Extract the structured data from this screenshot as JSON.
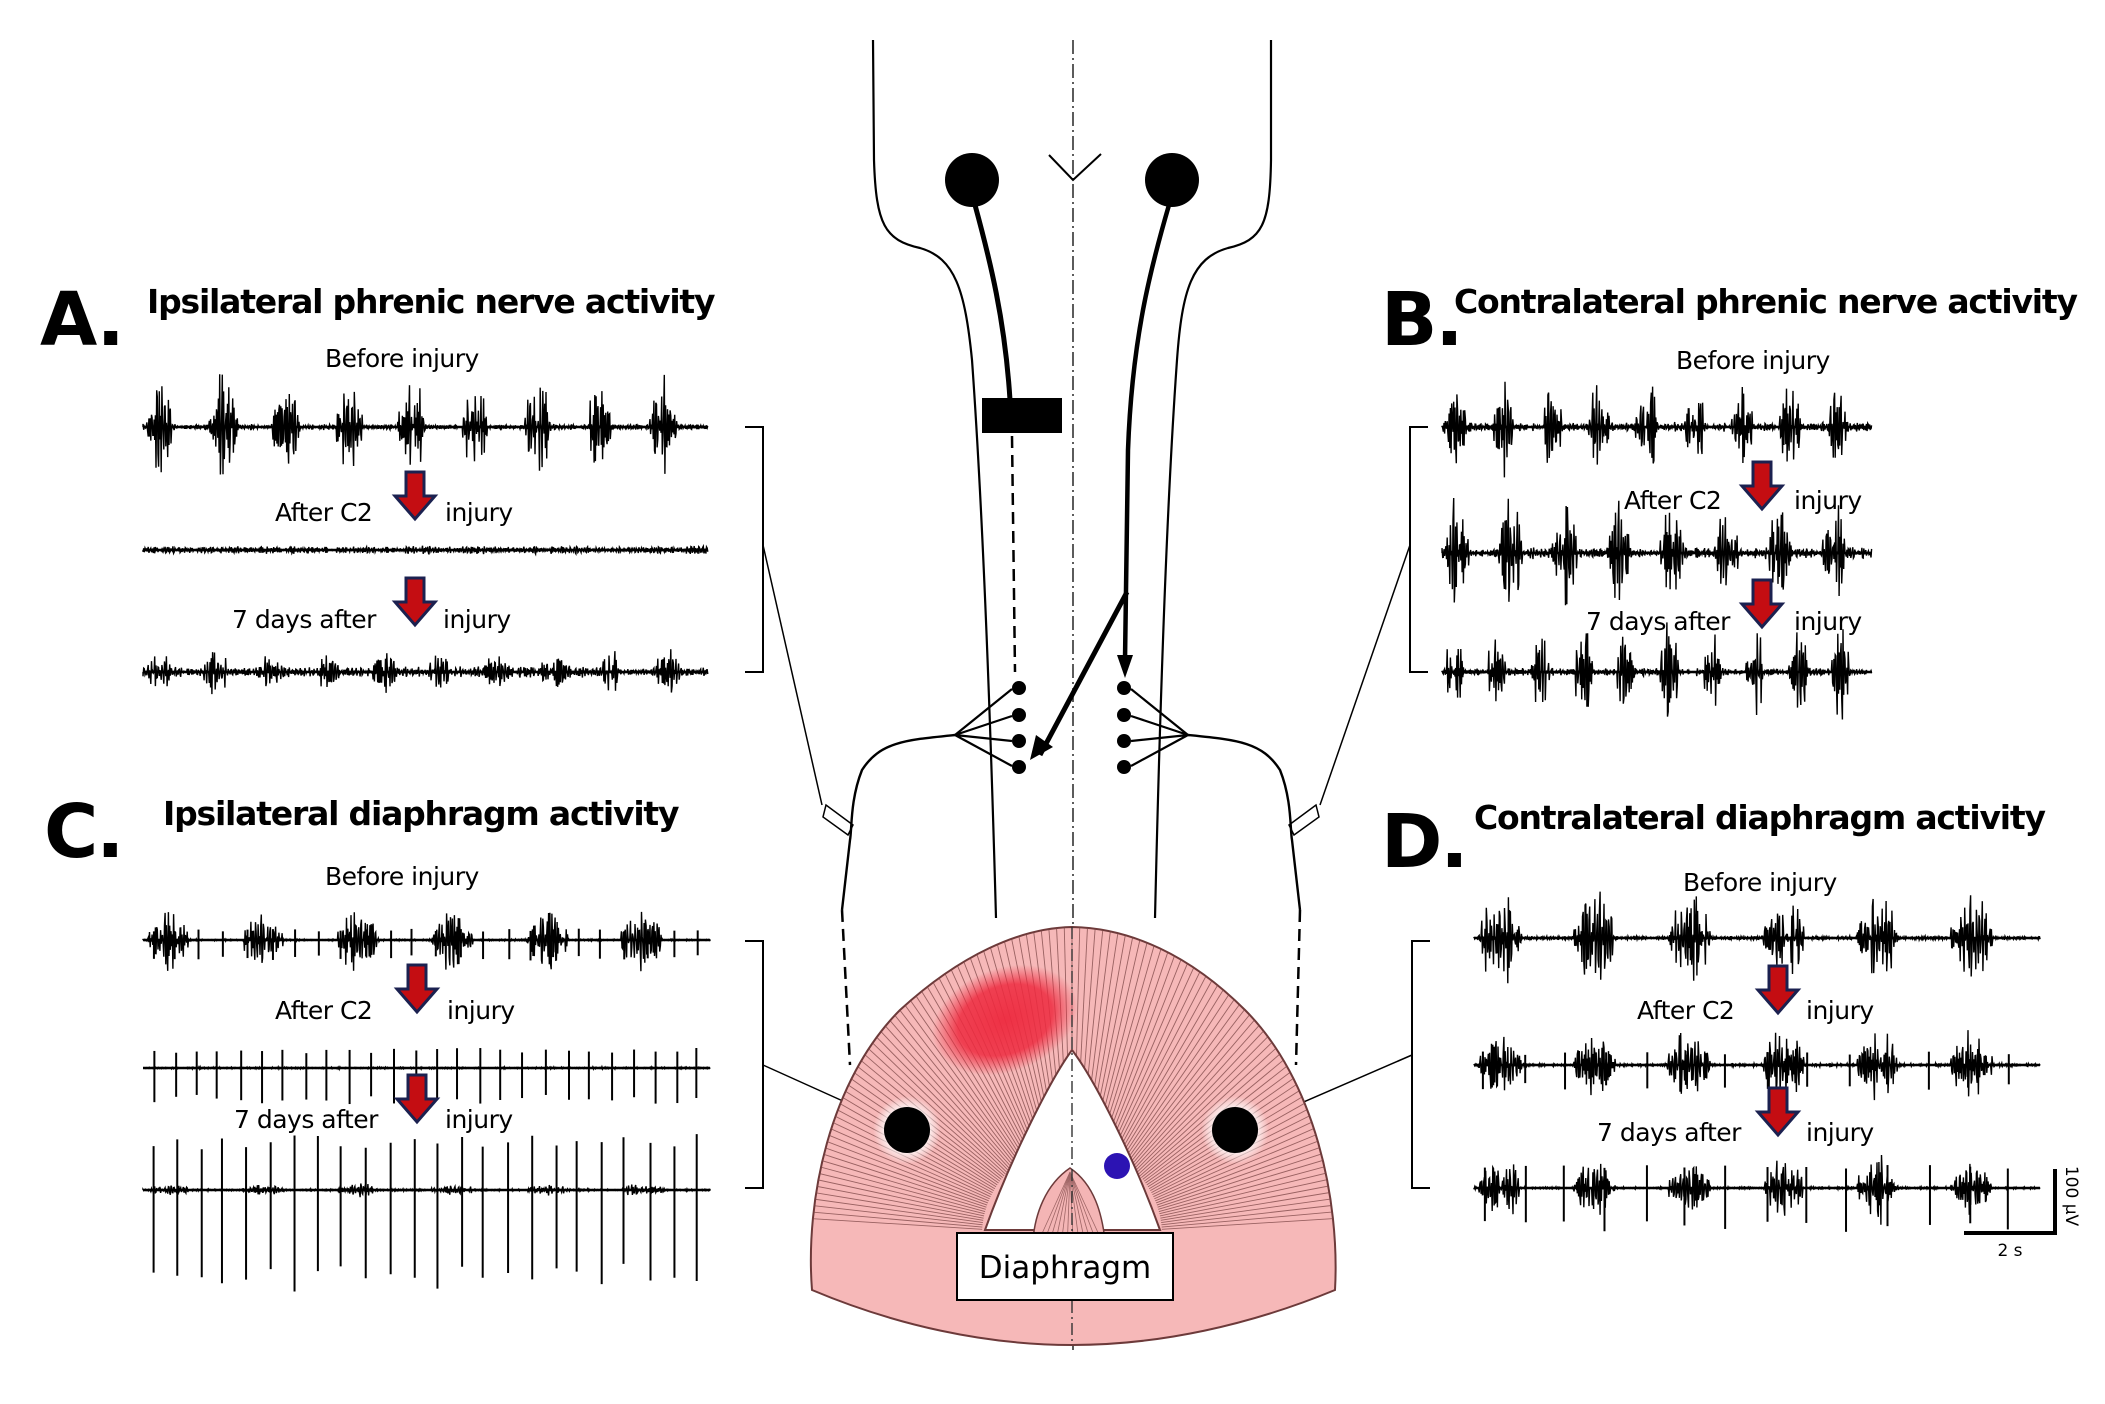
{
  "figure": {
    "panels": [
      {
        "id": "A",
        "letter": "A.",
        "title": "Ipsilateral phrenic nerve activity",
        "side": "ipsilateral",
        "signal": "phrenic nerve",
        "conditions": [
          {
            "label": "Before injury",
            "trace": {
              "bursts": 9,
              "burst_amp": 1.0,
              "tonic_amp": 0.06,
              "spikes": 0
            }
          },
          {
            "label_left": "After C2",
            "label_right": "injury",
            "trace": {
              "bursts": 0,
              "burst_amp": 0.0,
              "tonic_amp": 0.08,
              "spikes": 0
            }
          },
          {
            "label_left": "7 days after",
            "label_right": "injury",
            "trace": {
              "bursts": 10,
              "burst_amp": 0.35,
              "tonic_amp": 0.12,
              "spikes": 0
            }
          }
        ]
      },
      {
        "id": "B",
        "letter": "B.",
        "title": "Contralateral phrenic nerve activity",
        "side": "contralateral",
        "signal": "phrenic nerve",
        "conditions": [
          {
            "label": "Before injury",
            "trace": {
              "bursts": 9,
              "burst_amp": 1.0,
              "tonic_amp": 0.1,
              "spikes": 0
            }
          },
          {
            "label_left": "After C2",
            "label_right": "injury",
            "trace": {
              "bursts": 8,
              "burst_amp": 1.1,
              "tonic_amp": 0.12,
              "spikes": 0
            }
          },
          {
            "label_left": "7 days after",
            "label_right": "injury",
            "trace": {
              "bursts": 10,
              "burst_amp": 0.9,
              "tonic_amp": 0.08,
              "spikes": 0
            }
          }
        ]
      },
      {
        "id": "C",
        "letter": "C.",
        "title": "Ipsilateral diaphragm activity",
        "side": "ipsilateral",
        "signal": "diaphragm EMG",
        "conditions": [
          {
            "label": "Before injury",
            "trace": {
              "bursts": 6,
              "burst_amp": 0.9,
              "tonic_amp": 0.03,
              "spikes": 24,
              "spike_amp": 0.45
            }
          },
          {
            "label_left": "After C2",
            "label_right": "injury",
            "trace": {
              "bursts": 0,
              "burst_amp": 0.0,
              "tonic_amp": 0.03,
              "spikes": 26,
              "spike_amp": 0.8
            }
          },
          {
            "label_left": "7 days after",
            "label_right": "injury",
            "trace": {
              "bursts": 6,
              "burst_amp": 0.15,
              "tonic_amp": 0.03,
              "spikes": 24,
              "spike_amp": 2.2
            }
          }
        ]
      },
      {
        "id": "D",
        "letter": "D.",
        "title": "Contralateral diaphragm activity",
        "side": "contralateral",
        "signal": "diaphragm EMG",
        "conditions": [
          {
            "label": "Before injury",
            "trace": {
              "bursts": 6,
              "burst_amp": 1.1,
              "tonic_amp": 0.05,
              "spikes": 0
            }
          },
          {
            "label_left": "After C2",
            "label_right": "injury",
            "trace": {
              "bursts": 6,
              "burst_amp": 0.8,
              "tonic_amp": 0.04,
              "spikes": 14,
              "spike_amp": 0.45
            }
          },
          {
            "label_left": "7 days after",
            "label_right": "injury",
            "trace": {
              "bursts": 6,
              "burst_amp": 0.75,
              "tonic_amp": 0.03,
              "spikes": 14,
              "spike_amp": 0.8
            }
          }
        ]
      }
    ],
    "scale_bar": {
      "vertical_label": "100 µV",
      "horizontal_label": "2 s"
    },
    "diaphragm_label": "Diaphragm",
    "icons": [
      "down-arrow-icon",
      "recording-electrode-icon",
      "hemisection-lesion-icon"
    ],
    "colors": {
      "arrow_fill": "#c40d12",
      "arrow_outline": "#1b2150",
      "diaphragm_fill": "#f6b8b8",
      "diaphragm_active": "#ee2a3f",
      "diaphragm_outline": "#6d3a3a",
      "marker_blue": "#2c13b3",
      "ink": "#000000"
    }
  }
}
